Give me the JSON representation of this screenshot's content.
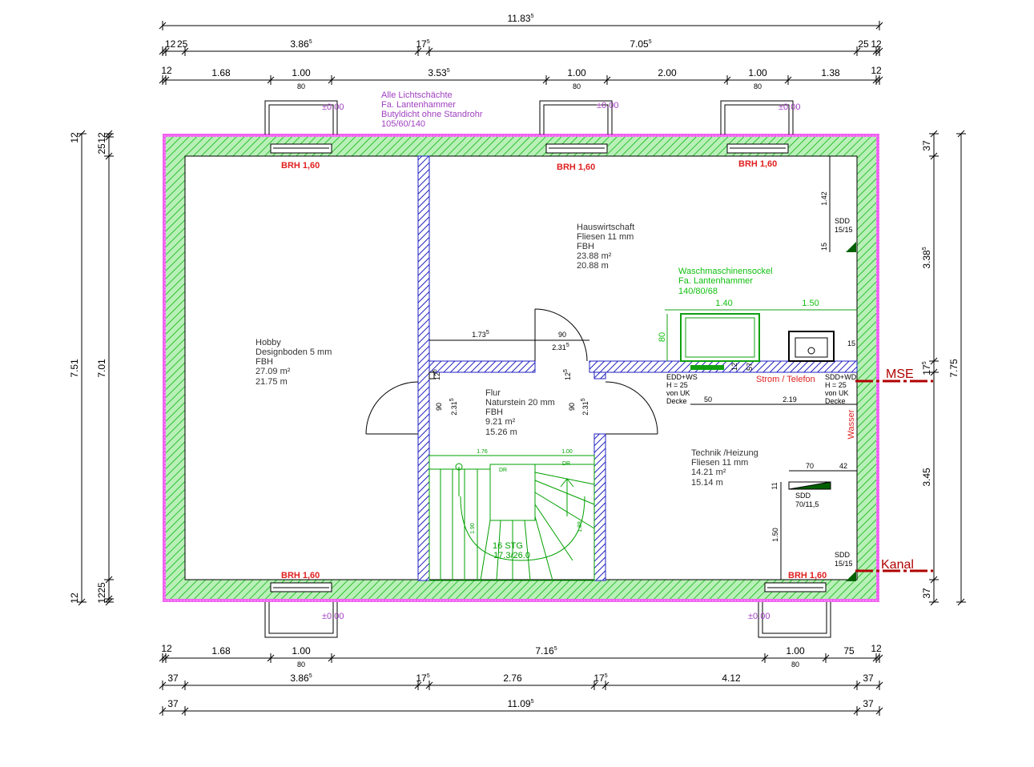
{
  "colors": {
    "outer_wall": "#e040e0",
    "insulation": "#60e060",
    "inner_wall": "#2020c0",
    "stair": "#00a000",
    "brh": "#e02020",
    "annotation": "#a040c0",
    "green_text": "#10c010",
    "utility_red": "#b00000"
  },
  "top_dims": {
    "overall": "11.83",
    "overall_sup": "5",
    "row2": [
      "12",
      "25",
      "3.86",
      "17",
      "7.05",
      "25",
      "12"
    ],
    "row2_sups": [
      "5",
      "5",
      "5"
    ],
    "row3": [
      "12",
      "1.68",
      "1.00",
      "3.53",
      "1.00",
      "2.00",
      "1.00",
      "1.38",
      "12"
    ],
    "row3_sub": [
      "80",
      "80",
      "80"
    ],
    "row3_sup": "5"
  },
  "bottom_dims": {
    "row1": [
      "12",
      "1.68",
      "1.00",
      "7.16",
      "1.00",
      "75",
      "12"
    ],
    "row1_sub": [
      "80",
      "80"
    ],
    "row1_sup": "5",
    "row2": [
      "37",
      "3.86",
      "17",
      "2.76",
      "17",
      "4.12",
      "37"
    ],
    "row2_sups": [
      "5",
      "5",
      "5"
    ],
    "row3": [
      "37",
      "11.09",
      "37"
    ],
    "row3_sup": "5"
  },
  "left_dims": {
    "outer": "7.51",
    "inner": "7.01",
    "top": [
      "12",
      "12",
      "25"
    ],
    "bottom": [
      "12",
      "12",
      "25"
    ]
  },
  "right_dims": {
    "outer": "7.75",
    "segments": [
      "37",
      "3.38",
      "17",
      "3.45",
      "37"
    ],
    "sups": [
      "5",
      "5"
    ]
  },
  "lightshaft_note": [
    "Alle Lichtschächte",
    "Fa. Lantenhammer",
    "Butyldicht ohne Standrohr",
    "105/60/140"
  ],
  "level_mark": "±0.00",
  "brh": "BRH 1,60",
  "rooms": {
    "hobby": [
      "Hobby",
      "Designboden 5 mm",
      "FBH",
      "27.09 m²",
      "21.75 m"
    ],
    "hauswirtschaft": [
      "Hauswirtschaft",
      "Fliesen 11 mm",
      "FBH",
      "23.88 m²",
      "20.88 m"
    ],
    "flur": [
      "Flur",
      "Naturstein 20 mm",
      "FBH",
      "9.21 m²",
      "15.26 m"
    ],
    "technik": [
      "Technik /Heizung",
      "Fliesen 11 mm",
      "14.21 m²",
      "15.14 m"
    ]
  },
  "waschmaschine": [
    "Waschmaschinensockel",
    "Fa. Lantenhammer",
    "140/80/68"
  ],
  "wasch_dims": [
    "1.40",
    "1.50",
    "80",
    "15"
  ],
  "door_dims": {
    "hw_wall": "1.73",
    "hw_wall_sup": "5",
    "door_width": "90",
    "door_height": "2.31",
    "door_height_sup": "5",
    "flur_12": "12",
    "flur_12_sup": "5"
  },
  "stairs": {
    "label": "16 STG",
    "ratio": "17.3/26.0",
    "dims": [
      "1.76",
      "1.00",
      "DR",
      "DR",
      "1.90",
      "1.88"
    ]
  },
  "sdd_top": [
    "SDD",
    "15/15"
  ],
  "sdd_top_dims": [
    "1.42",
    "15"
  ],
  "sdd_right": [
    "SDD",
    "70/11,5"
  ],
  "sdd_right_dims": [
    "70",
    "42",
    "11",
    "1.50"
  ],
  "sdd_bottom": [
    "SDD",
    "15/15"
  ],
  "edd_ws": [
    "EDD+WS",
    "H = 25",
    "von UK",
    "Decke"
  ],
  "sdd_wd": [
    "SDD+WD",
    "H = 25",
    "von UK",
    "Decke"
  ],
  "technik_dims": [
    "50",
    "2.19",
    "12",
    "57"
  ],
  "strom": "Strom / Telefon",
  "wasser": "Wasser",
  "mse": "MSE",
  "kanal": "Kanal"
}
